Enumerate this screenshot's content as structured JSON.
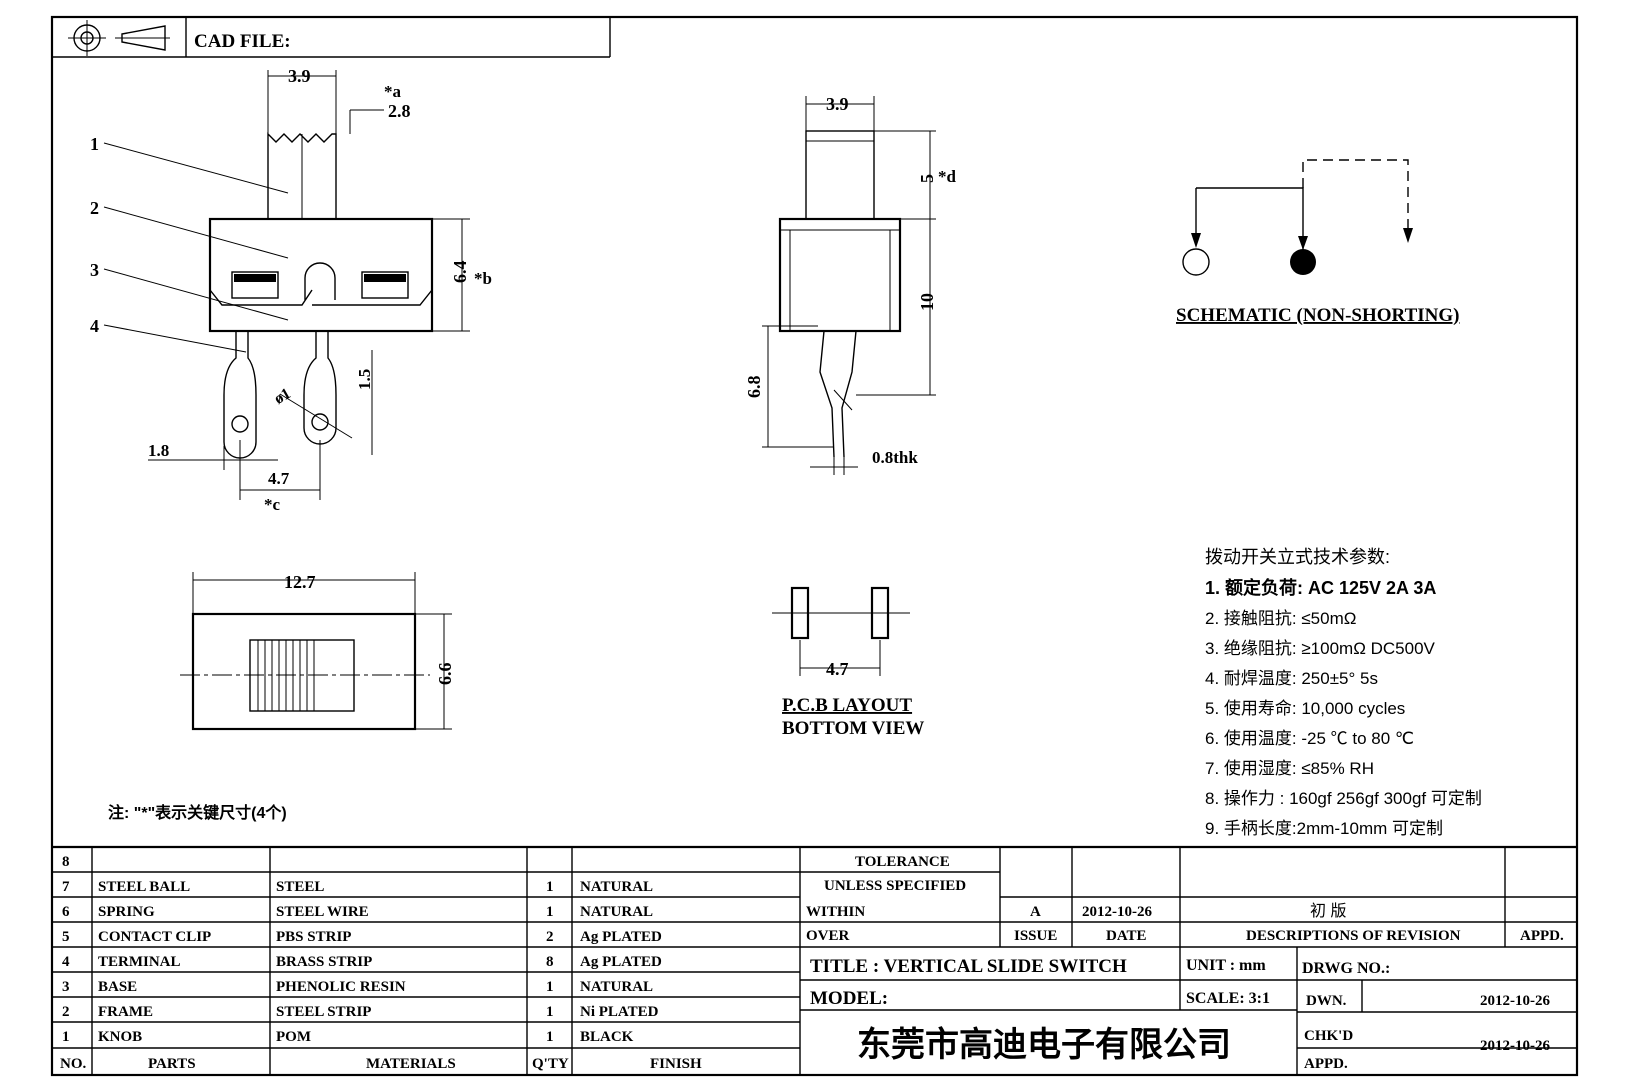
{
  "header": {
    "cad_file_label": "CAD FILE:"
  },
  "side_view": {
    "dim_top_width": "3.9",
    "dim_a_label": "*a",
    "dim_a_value": "2.8",
    "dim_height": "6.4",
    "dim_b_label": "*b",
    "dim_pin_spacing": "1.5",
    "dim_hole": "ø1",
    "dim_left": "1.8",
    "dim_pitch": "4.7",
    "dim_c_label": "*c",
    "part_numbers": [
      "1",
      "2",
      "3",
      "4"
    ]
  },
  "front_view": {
    "dim_width": "3.9",
    "dim_d_value": "5",
    "dim_d_label": "*d",
    "dim_body": "10",
    "dim_pin_len": "6.8",
    "dim_thk": "0.8thk"
  },
  "schematic": {
    "title": "SCHEMATIC (NON-SHORTING)"
  },
  "top_view": {
    "dim_width": "12.7",
    "dim_height": "6.6"
  },
  "pcb": {
    "dim_pitch": "4.7",
    "title": "P.C.B LAYOUT",
    "subtitle": "BOTTOM VIEW"
  },
  "note": "注: \"*\"表示关键尺寸(4个)",
  "specs": {
    "title": "拨动开关立式技术参数:",
    "items": [
      "1.  额定负荷: AC 125V 2A 3A",
      "2.  接触阻抗: ≤50mΩ",
      "3.  绝缘阻抗: ≥100mΩ  DC500V",
      "4.  耐焊温度: 250±5°  5s",
      "5.  使用寿命: 10,000 cycles",
      "6.  使用温度: -25 ℃  to 80 ℃",
      "7.  使用湿度: ≤85% RH",
      "8.  操作力 : 160gf   256gf   300gf  可定制",
      "9.  手柄长度:2mm-10mm  可定制"
    ]
  },
  "bom": {
    "headers": [
      "NO.",
      "PARTS",
      "MATERIALS",
      "Q'TY",
      "FINISH"
    ],
    "rows": [
      [
        "8",
        "",
        "",
        "",
        ""
      ],
      [
        "7",
        "STEEL BALL",
        "STEEL",
        "1",
        "NATURAL"
      ],
      [
        "6",
        "SPRING",
        "STEEL WIRE",
        "1",
        "NATURAL"
      ],
      [
        "5",
        "CONTACT CLIP",
        "PBS STRIP",
        "2",
        "Ag PLATED"
      ],
      [
        "4",
        "TERMINAL",
        "BRASS STRIP",
        "8",
        "Ag PLATED"
      ],
      [
        "3",
        "BASE",
        "PHENOLIC RESIN",
        "1",
        "NATURAL"
      ],
      [
        "2",
        "FRAME",
        "STEEL STRIP",
        "1",
        "Ni PLATED"
      ],
      [
        "1",
        "KNOB",
        "POM",
        "1",
        "BLACK"
      ]
    ]
  },
  "title_block": {
    "tolerance": "TOLERANCE",
    "unless": "UNLESS   SPECIFIED",
    "within": "WITHIN",
    "over": "OVER",
    "rev_issue": "A",
    "rev_date": "2012-10-26",
    "rev_desc": "初 版",
    "issue_label": "ISSUE",
    "date_label": "DATE",
    "desc_label": "DESCRIPTIONS OF REVISION",
    "appd_label": "APPD.",
    "title": "TITLE :   VERTICAL  SLIDE  SWITCH",
    "unit": "UNIT :   mm",
    "drwg_no": "DRWG NO.:",
    "model": "MODEL:",
    "scale": "SCALE:   3:1",
    "dwn_label": "DWN.",
    "dwn_date": "2012-10-26",
    "chkd_label": "CHK'D",
    "chkd_date": "2012-10-26",
    "appd2_label": "APPD.",
    "company": "东莞市高迪电子有限公司"
  }
}
